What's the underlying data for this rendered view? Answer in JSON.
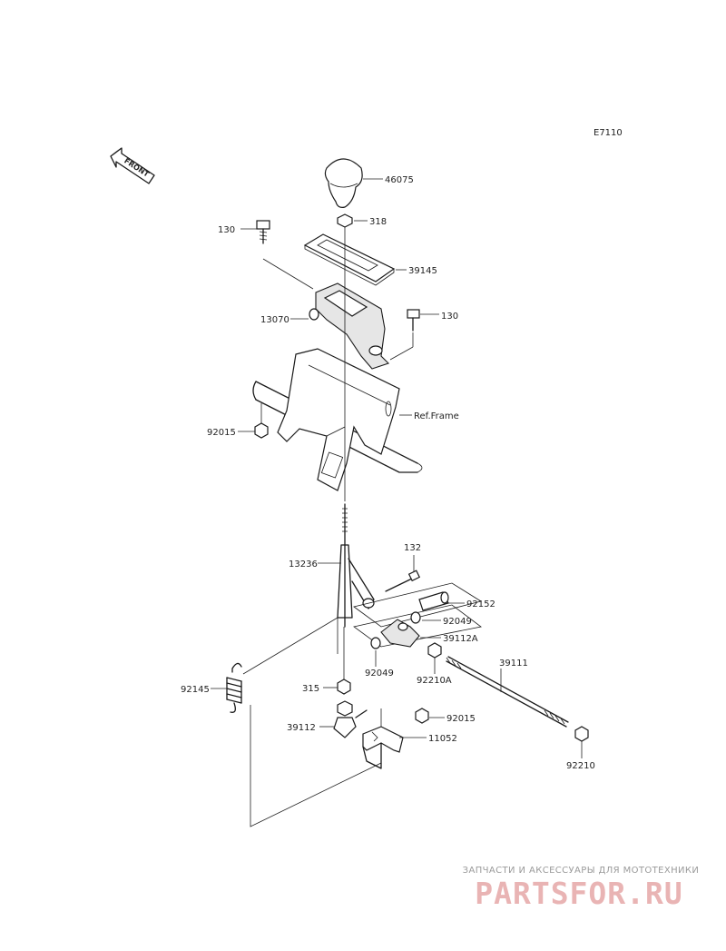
{
  "diagram_code": "E7110",
  "front_arrow_label": "FRONT",
  "labels": {
    "l46075": "46075",
    "l318": "318",
    "l130a": "130",
    "l39145": "39145",
    "l13070": "13070",
    "l130b": "130",
    "l92015a": "92015",
    "lrefframe": "Ref.Frame",
    "l132": "132",
    "l13236": "13236",
    "l92152": "92152",
    "l92049a": "92049",
    "l39112a": "39112A",
    "l92049b": "92049",
    "l92210a": "92210A",
    "l39111": "39111",
    "l92145": "92145",
    "l315": "315",
    "l92015b": "92015",
    "l39112": "39112",
    "l11052": "11052",
    "l92210": "92210"
  },
  "watermark": {
    "tagline": "ЗАПЧАСТИ И АКСЕССУАРЫ ДЛЯ МОТОТЕХНИКИ",
    "logo": "PARTSFOR.RU"
  }
}
